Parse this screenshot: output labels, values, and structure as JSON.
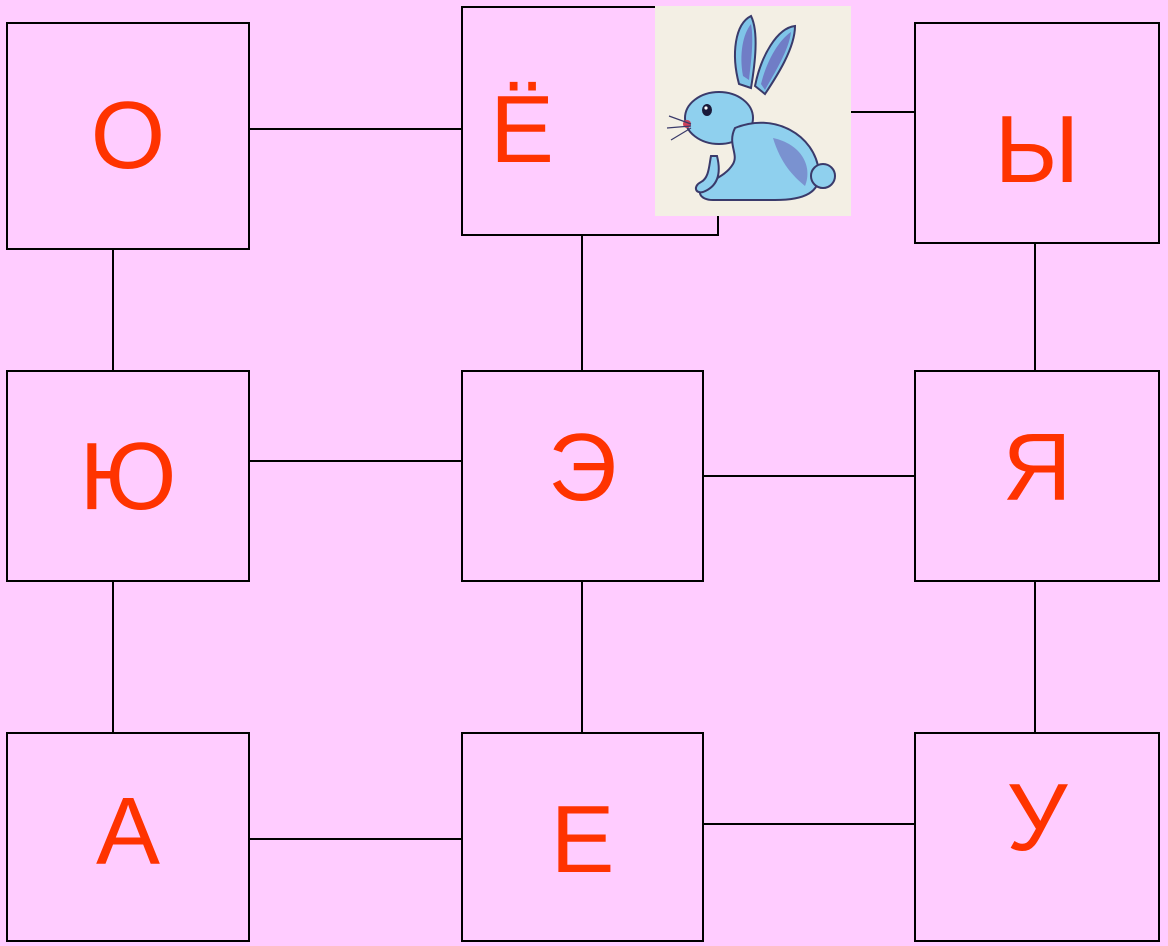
{
  "grid": {
    "cells": [
      {
        "id": "o",
        "letter": "О"
      },
      {
        "id": "yo",
        "letter": "Ё"
      },
      {
        "id": "y",
        "letter": "Ы"
      },
      {
        "id": "yu",
        "letter": "Ю"
      },
      {
        "id": "e1",
        "letter": "Э"
      },
      {
        "id": "ya",
        "letter": "Я"
      },
      {
        "id": "a",
        "letter": "А"
      },
      {
        "id": "ye",
        "letter": "Е"
      },
      {
        "id": "u",
        "letter": "У"
      }
    ]
  },
  "colors": {
    "background": "#ffccff",
    "letter": "#ff3300",
    "border": "#000000"
  },
  "token": {
    "icon": "hare-icon",
    "current_cell": "yo"
  }
}
